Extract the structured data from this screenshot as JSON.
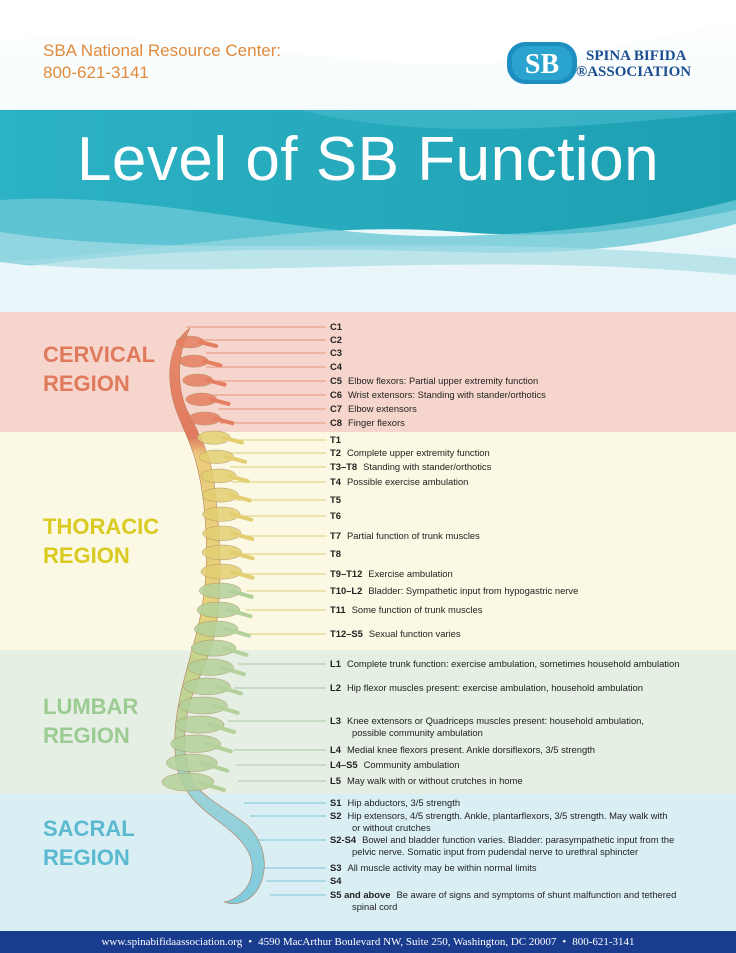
{
  "header": {
    "center_name": "SBA National Resource Center:",
    "center_phone": "800-621-3141",
    "logo": {
      "line1": "SPINA BIFIDA",
      "line2": "®ASSOCIATION",
      "mark_text": "SB"
    },
    "title": "Level of SB Function"
  },
  "regions": [
    {
      "key": "cervical",
      "label": "CERVICAL\nREGION",
      "color": "#e07a5c"
    },
    {
      "key": "thoracic",
      "label": "THORACIC\nREGION",
      "color": "#d9cb22"
    },
    {
      "key": "lumbar",
      "label": "LUMBAR\nREGION",
      "color": "#9ccb93"
    },
    {
      "key": "sacral",
      "label": "SACRAL\nREGION",
      "color": "#5ab9cf"
    }
  ],
  "segments": [
    {
      "code": "C1",
      "desc": ""
    },
    {
      "code": "C2",
      "desc": ""
    },
    {
      "code": "C3",
      "desc": ""
    },
    {
      "code": "C4",
      "desc": ""
    },
    {
      "code": "C5",
      "desc": "Elbow flexors: Partial upper extremity function"
    },
    {
      "code": "C6",
      "desc": "Wrist extensors: Standing with stander/orthotics"
    },
    {
      "code": "C7",
      "desc": "Elbow extensors"
    },
    {
      "code": "C8",
      "desc": "Finger flexors"
    },
    {
      "code": "T1",
      "desc": ""
    },
    {
      "code": "T2",
      "desc": "Complete upper extremity function"
    },
    {
      "code": "T3–T8",
      "desc": "Standing with stander/orthotics"
    },
    {
      "code": "T4",
      "desc": "Possible exercise ambulation"
    },
    {
      "code": "T5",
      "desc": ""
    },
    {
      "code": "T6",
      "desc": ""
    },
    {
      "code": "T7",
      "desc": "Partial function of trunk muscles"
    },
    {
      "code": "T8",
      "desc": ""
    },
    {
      "code": "T9–T12",
      "desc": "Exercise ambulation"
    },
    {
      "code": "T10–L2",
      "desc": "Bladder: Sympathetic input from hypogastric nerve"
    },
    {
      "code": "T11",
      "desc": "Some function of trunk muscles"
    },
    {
      "code": "T12–S5",
      "desc": "Sexual function varies"
    },
    {
      "code": "L1",
      "desc": "Complete trunk function: exercise ambulation, sometimes household ambulation"
    },
    {
      "code": "L2",
      "desc": "Hip flexor muscles present: exercise ambulation, household ambulation"
    },
    {
      "code": "L3",
      "desc": "Knee extensors or Quadriceps muscles present: household ambulation,",
      "desc2": "possible community ambulation"
    },
    {
      "code": "L4",
      "desc": "Medial knee flexors present. Ankle dorsiflexors, 3/5 strength"
    },
    {
      "code": "L4–S5",
      "desc": "Community ambulation"
    },
    {
      "code": "L5",
      "desc": "May walk with or without crutches in home"
    },
    {
      "code": "S1",
      "desc": "Hip abductors, 3/5 strength"
    },
    {
      "code": "S2",
      "desc": "Hip extensors, 4/5 strength. Ankle, plantarflexors, 3/5 strength. May walk with",
      "desc2": "or without crutches"
    },
    {
      "code": "S2-S4",
      "desc": "Bowel and bladder function varies. Bladder: parasympathetic input from the",
      "desc2": "pelvic nerve. Somatic input from pudendal  nerve to urethral sphincter"
    },
    {
      "code": "S3",
      "desc": "All muscle activity may be within normal limits"
    },
    {
      "code": "S4",
      "desc": ""
    },
    {
      "code": "S5 and above",
      "desc": "Be aware of signs and symptoms of shunt malfunction and tethered",
      "desc2": "spinal  cord"
    }
  ],
  "footer": {
    "website": "www.spinabifidaassociation.org",
    "address": "4590 MacArthur Boulevard NW, Suite 250, Washington, DC 20007",
    "phone": "800-621-3141",
    "separator": "•"
  },
  "colors": {
    "teal": "#1aa6b8",
    "orange": "#e08a3c",
    "brand_blue": "#1c4f91",
    "footer_blue": "#1a3c8e"
  }
}
